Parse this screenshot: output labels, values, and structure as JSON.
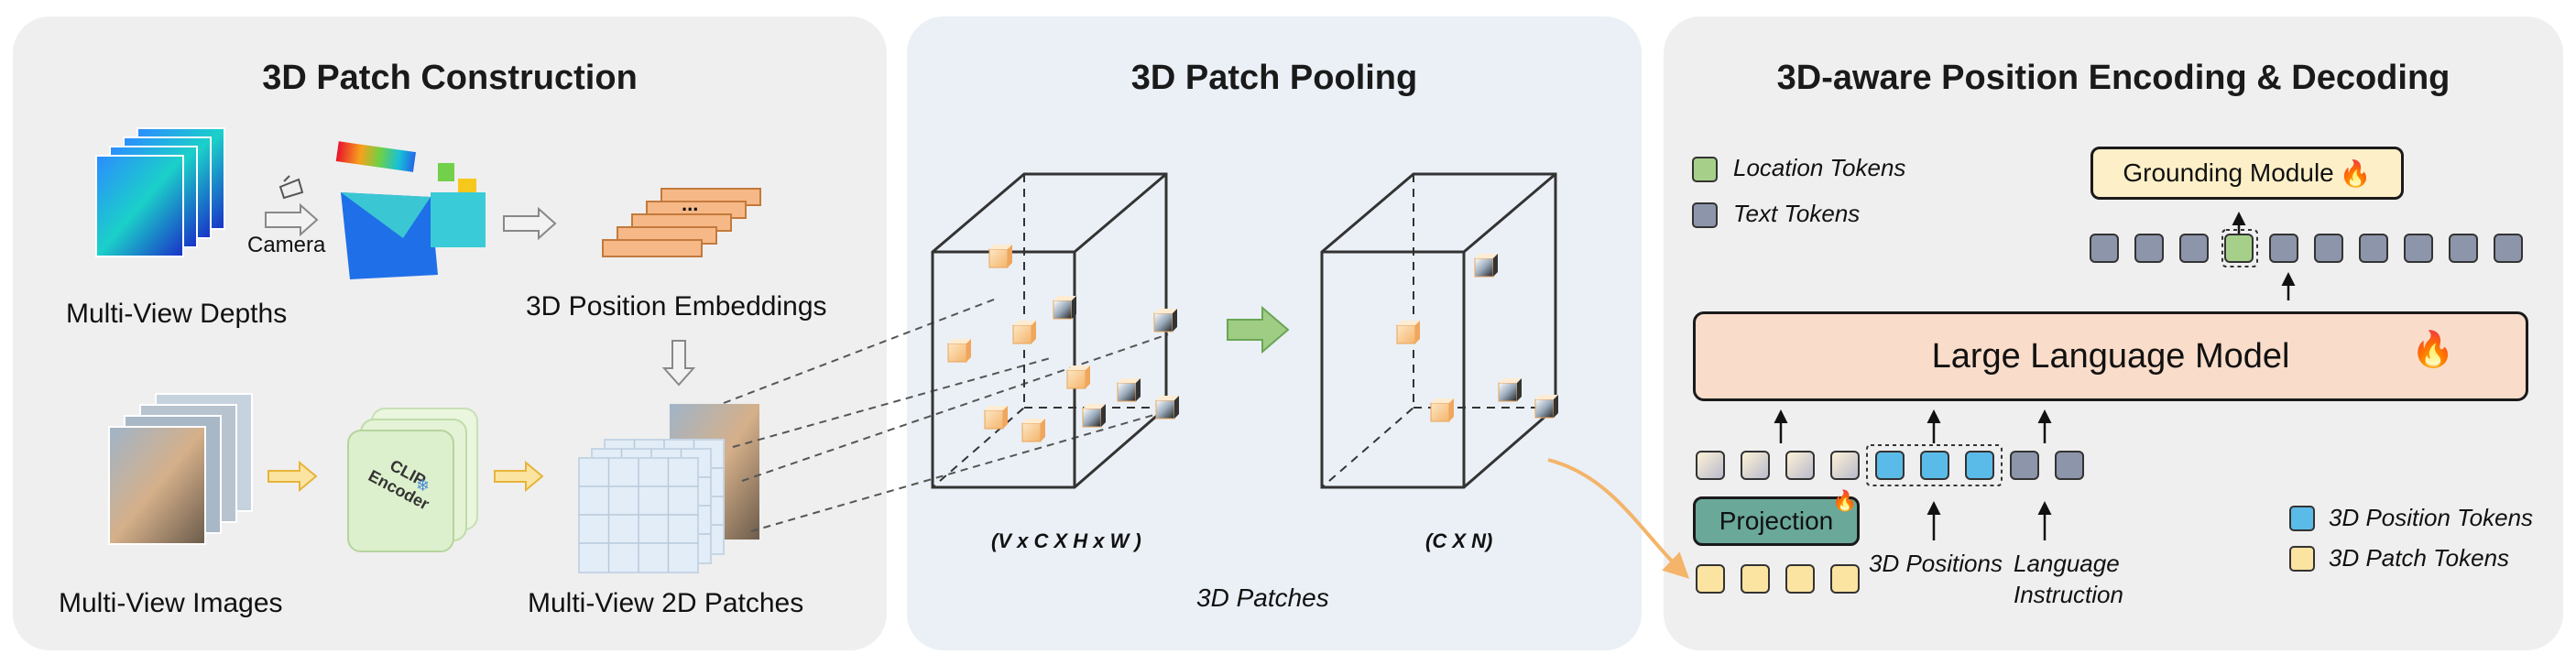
{
  "panels": {
    "construction": {
      "title": "3D Patch Construction",
      "camera": "Camera",
      "depths": "Multi-View Depths",
      "pos_embed": "3D Position Embeddings",
      "images": "Multi-View Images",
      "patches": "Multi-View 2D Patches",
      "clip": "CLIP",
      "encoder": "Encoder",
      "ellipsis": "..."
    },
    "pooling": {
      "title": "3D Patch Pooling",
      "left_dims": "(V x C X H x W )",
      "right_dims": "(C X N)",
      "caption": "3D Patches"
    },
    "encoding": {
      "title": "3D-aware Position Encoding & Decoding",
      "legend_location": "Location Tokens",
      "legend_text": "Text Tokens",
      "grounding": "Grounding Module",
      "llm": "Large Language Model",
      "projection": "Projection",
      "positions": "3D Positions",
      "language": "Language",
      "instruction": "Instruction",
      "legend_pos": "3D Position Tokens",
      "legend_patch": "3D Patch Tokens"
    }
  },
  "colors": {
    "location_token": "#a6d08a",
    "text_token": "#8d95aa",
    "position_token": "#5bbbe8",
    "patch_token": "#fbe3a1",
    "llm_fill": "#f9dcc9",
    "grounding_fill": "#fdf0c8",
    "projection_fill": "#6aa89a",
    "arrow_green": "#7fb86a",
    "arrow_yellow": "#f3cc58",
    "arrow_orange": "#f4b46a"
  },
  "icons": [
    "camera-icon",
    "fire-icon",
    "snowflake-icon"
  ]
}
